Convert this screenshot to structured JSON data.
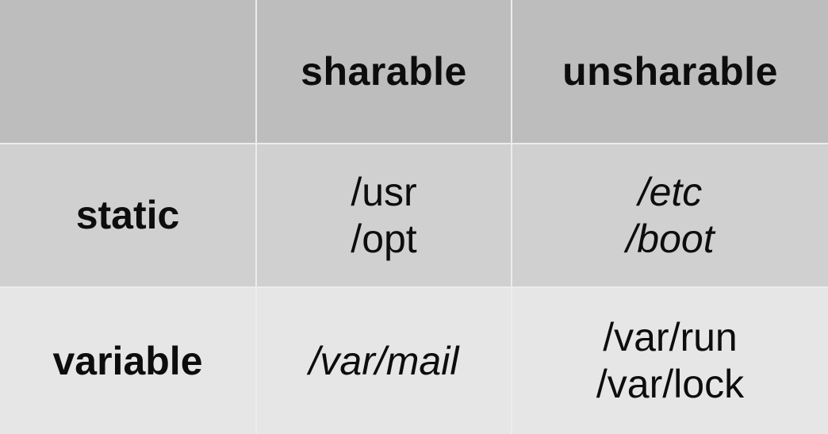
{
  "table": {
    "columns": [
      "",
      "sharable",
      "unsharable"
    ],
    "rows": [
      {
        "label": "static",
        "sharable": [
          "/usr",
          "/opt"
        ],
        "unsharable": [
          "/etc",
          "/boot"
        ]
      },
      {
        "label": "variable",
        "sharable": [
          "/var/mail"
        ],
        "unsharable": [
          "/var/run",
          "/var/lock"
        ]
      }
    ]
  }
}
